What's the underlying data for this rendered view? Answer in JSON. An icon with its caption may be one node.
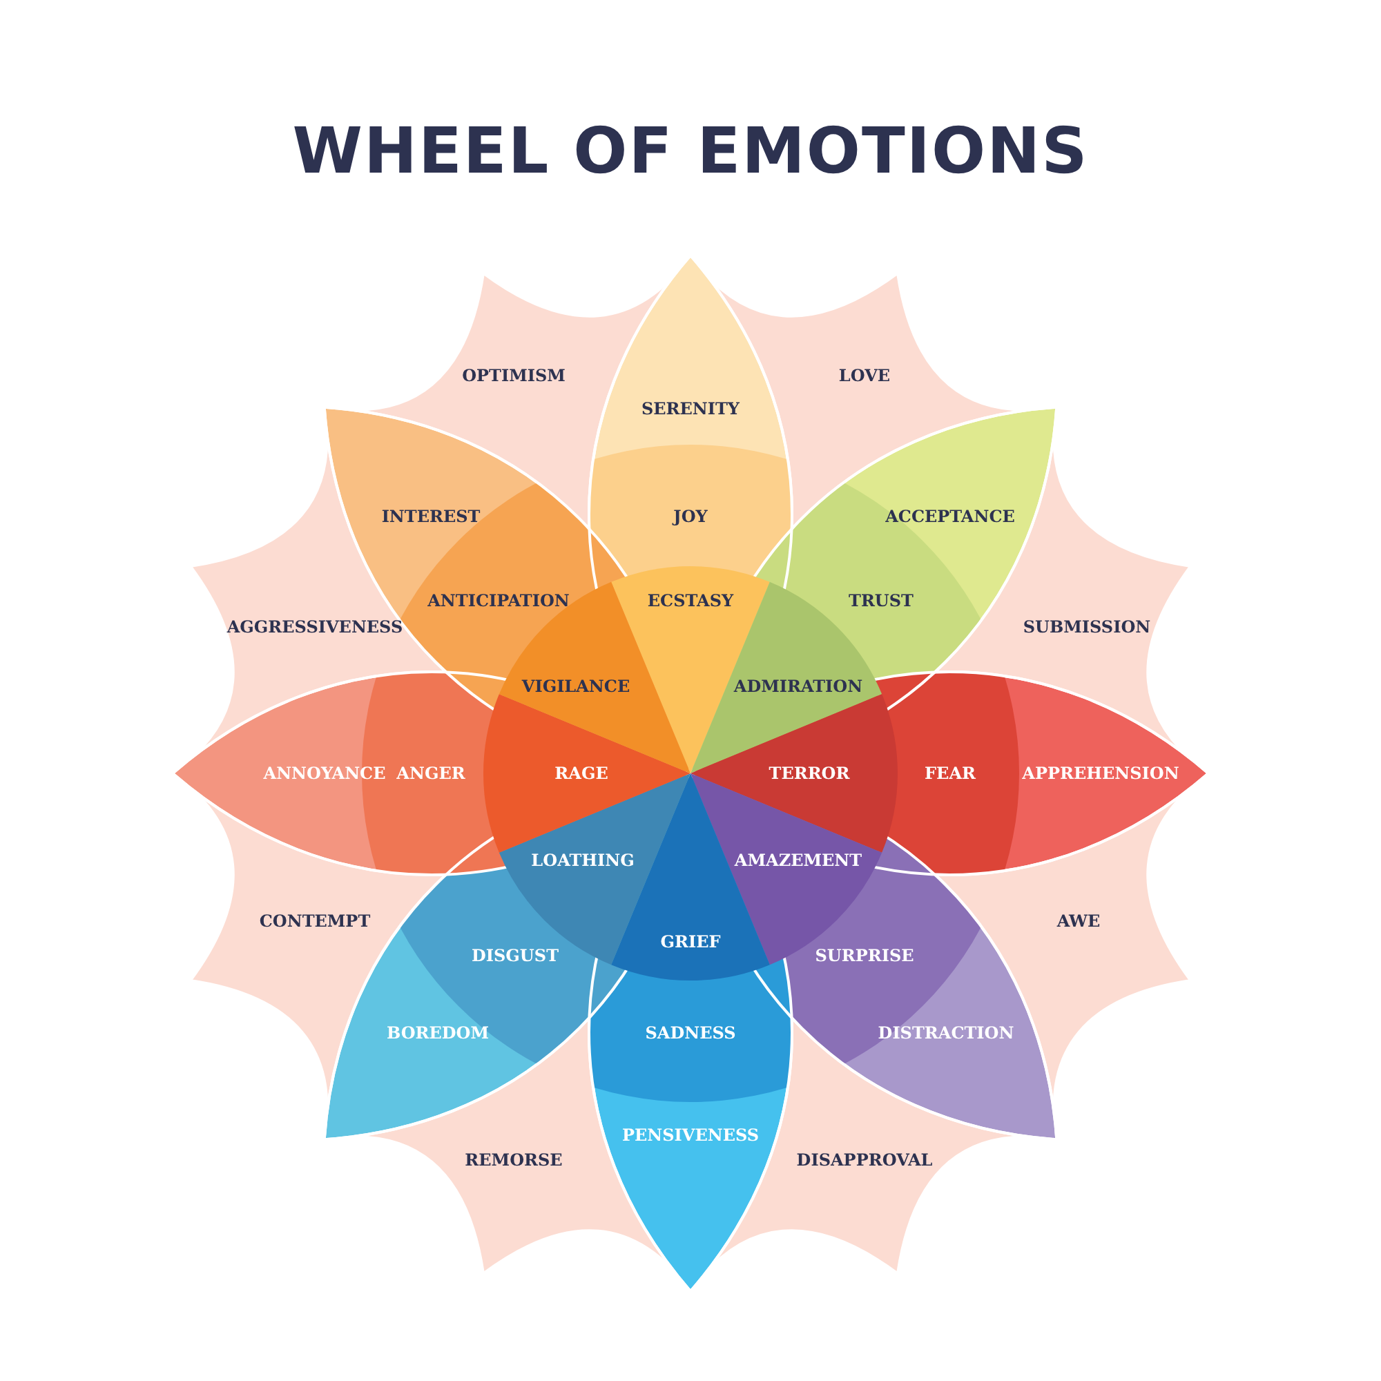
{
  "diagram": {
    "title": "WHEEL OF EMOTIONS",
    "nodes": [
      {
        "text": [
          "SERENITY"
        ]
      },
      {
        "text": [
          "JOY"
        ]
      },
      {
        "text": [
          "ECSTASY"
        ]
      },
      {
        "text": [
          "ACCEPTANCE"
        ]
      },
      {
        "text": [
          "TRUST"
        ]
      },
      {
        "text": [
          "ADMIRATION"
        ]
      },
      {
        "text": [
          "APPREHENSION"
        ]
      },
      {
        "text": [
          "FEAR"
        ]
      },
      {
        "text": [
          "TERROR"
        ]
      },
      {
        "text": [
          "DISTRACTION"
        ]
      },
      {
        "text": [
          "SURPRISE"
        ]
      },
      {
        "text": [
          "AMAZEMENT"
        ]
      },
      {
        "text": [
          "PENSIVENESS"
        ]
      },
      {
        "text": [
          "SADNESS"
        ]
      },
      {
        "text": [
          "GRIEF"
        ]
      },
      {
        "text": [
          "BOREDOM"
        ]
      },
      {
        "text": [
          "DISGUST"
        ]
      },
      {
        "text": [
          "LOATHING"
        ]
      },
      {
        "text": [
          "ANNOYANCE"
        ]
      },
      {
        "text": [
          "ANGER"
        ]
      },
      {
        "text": [
          "RAGE"
        ]
      },
      {
        "text": [
          "INTEREST"
        ]
      },
      {
        "text": [
          "ANTICIPATION"
        ]
      },
      {
        "text": [
          "VIGILANCE"
        ]
      }
    ],
    "labels": [
      "OPTIMISM",
      "LOVE",
      "AGGRESSIVENESS",
      "SUBMISSION",
      "CONTEMPT",
      "AWE",
      "REMORSE",
      "DISAPPROVAL"
    ]
  }
}
